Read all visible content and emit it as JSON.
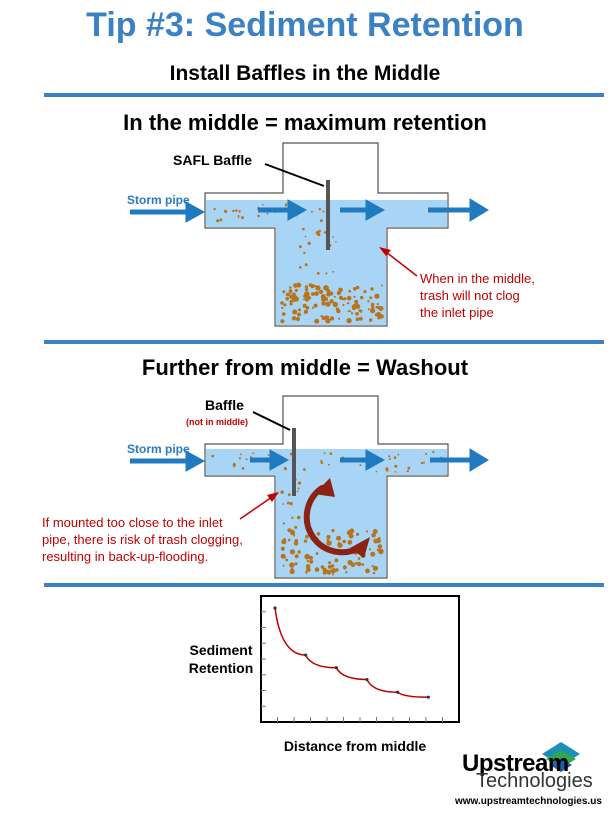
{
  "header": {
    "title": "Tip #3: Sediment Retention",
    "subtitle": "Install Baffles in the Middle"
  },
  "section1": {
    "title": "In the middle = maximum retention",
    "baffle_label": "SAFL Baffle",
    "pipe_label": "Storm pipe",
    "note": "When in the middle,\ntrash will not clog\nthe inlet pipe"
  },
  "section2": {
    "title": "Further from middle = Washout",
    "baffle_label": "Baffle",
    "baffle_sublabel": "(not in middle)",
    "pipe_label": "Storm pipe",
    "note": "If mounted too close to the inlet\npipe, there is risk of trash clogging,\nresulting in back-up-flooding."
  },
  "chart_data": {
    "type": "line",
    "title": "",
    "xlabel": "Distance from middle",
    "ylabel": "Sediment\nRetention",
    "x": [
      0,
      1,
      2,
      3,
      4,
      5
    ],
    "y": [
      100,
      52,
      39,
      27,
      14,
      9
    ],
    "ylim": [
      0,
      100
    ],
    "xlim": [
      0,
      6
    ],
    "grid": false,
    "line_color": "#c00000"
  },
  "brand": {
    "name": "Upstream",
    "sub": "Technologies",
    "url": "www.upstreamtechnologies.us"
  },
  "colors": {
    "accent": "#3b82c4",
    "water": "#a8d4f5",
    "arrow": "#1f7ac0",
    "note": "#c00000",
    "sediment": "#b8741a"
  }
}
